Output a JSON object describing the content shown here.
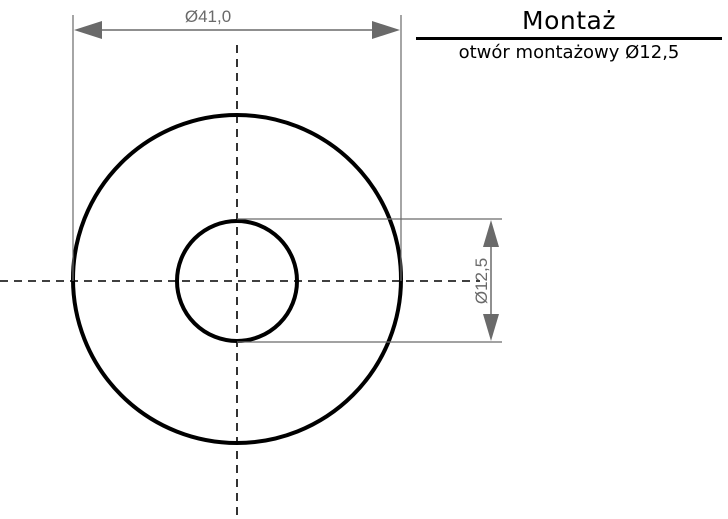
{
  "title_block": {
    "title": "Montaż",
    "subtitle": "otwór montażowy Ø12,5"
  },
  "dimensions": {
    "outer": {
      "label": "Ø41,0",
      "value": 41.0
    },
    "inner": {
      "label": "Ø12,5",
      "value": 12.5
    }
  },
  "colors": {
    "outline": "#000000",
    "dimension": "#6a6a6a",
    "background": "#ffffff"
  }
}
